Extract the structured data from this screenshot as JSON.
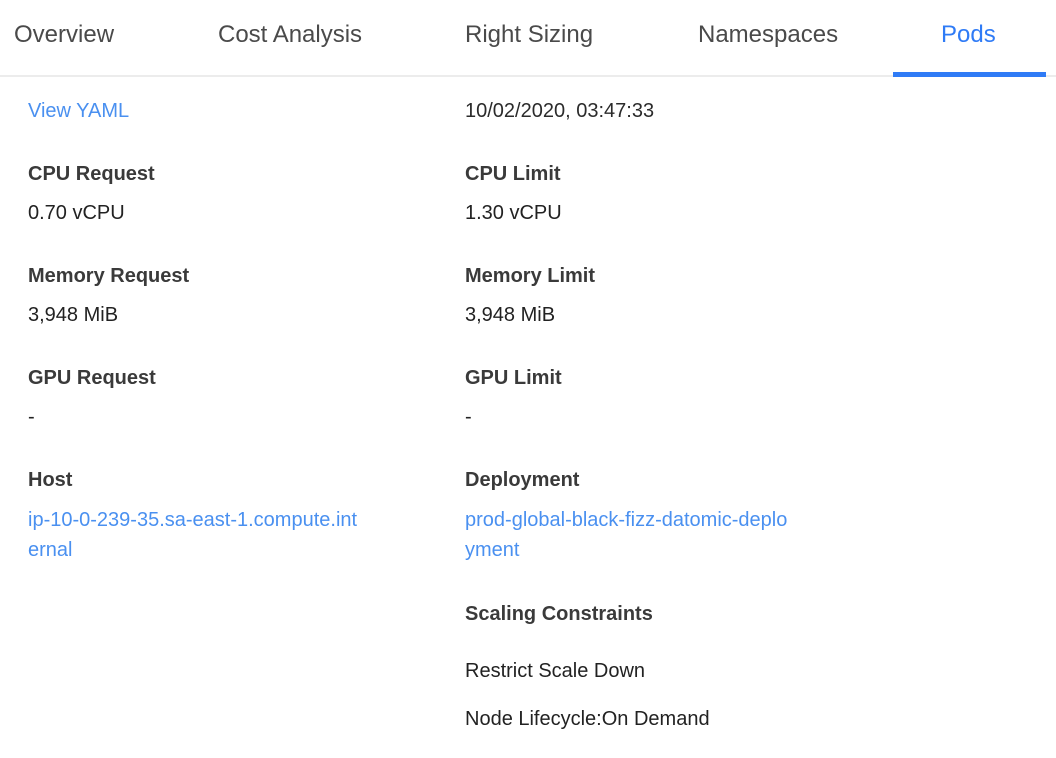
{
  "colors": {
    "accent_blue": "#2f7bf6",
    "link_blue": "#4a90f0",
    "tab_inactive": "#4a4a4a",
    "divider": "#ececec"
  },
  "tabs": {
    "items": [
      {
        "label": "Overview",
        "active": false
      },
      {
        "label": "Cost Analysis",
        "active": false
      },
      {
        "label": "Right Sizing",
        "active": false
      },
      {
        "label": "Namespaces",
        "active": false
      },
      {
        "label": "Pods",
        "active": true
      }
    ]
  },
  "panel": {
    "view_yaml": "View YAML",
    "created": "10/02/2020, 03:47:33",
    "rows": [
      {
        "left": {
          "label": "CPU Request",
          "value": "0.70 vCPU"
        },
        "right": {
          "label": "CPU Limit",
          "value": "1.30 vCPU"
        }
      },
      {
        "left": {
          "label": "Memory Request",
          "value": "3,948 MiB"
        },
        "right": {
          "label": "Memory Limit",
          "value": "3,948 MiB"
        }
      },
      {
        "left": {
          "label": "GPU Request",
          "value": "-"
        },
        "right": {
          "label": "GPU Limit",
          "value": "-"
        }
      },
      {
        "left": {
          "label": "Host",
          "value": "ip-10-0-239-35.sa-east-1.compute.internal"
        },
        "right": {
          "label": "Deployment",
          "value": "prod-global-black-fizz-datomic-deployment"
        }
      }
    ],
    "scaling": {
      "label": "Scaling Constraints",
      "items": [
        "Restrict Scale Down",
        "Node Lifecycle:On Demand"
      ]
    }
  }
}
